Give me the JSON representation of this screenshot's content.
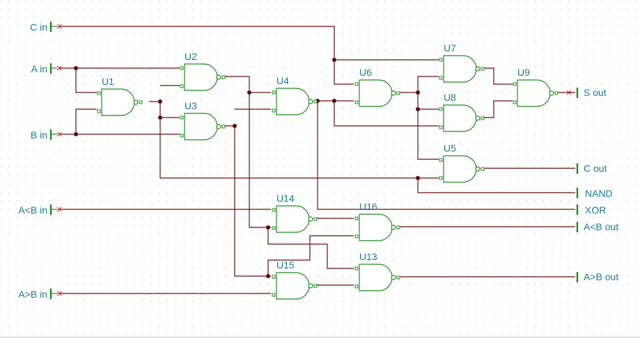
{
  "colors": {
    "label": "#1a7a90",
    "gate": "#1e8a1e",
    "wire": "#6b0e0e",
    "grid": "#c8c8c8",
    "marker": "#d01818"
  },
  "inputs": [
    {
      "id": "c_in",
      "label": "C in"
    },
    {
      "id": "a_in",
      "label": "A in"
    },
    {
      "id": "b_in",
      "label": "B in"
    },
    {
      "id": "altb_in",
      "label": "A<B in"
    },
    {
      "id": "agtb_in",
      "label": "A>B in"
    }
  ],
  "outputs": [
    {
      "id": "s_out",
      "label": "S out"
    },
    {
      "id": "c_out",
      "label": "C out"
    },
    {
      "id": "nand_out",
      "label": "NAND"
    },
    {
      "id": "xor_out",
      "label": "XOR"
    },
    {
      "id": "altb_out",
      "label": "A<B out"
    },
    {
      "id": "agtb_out",
      "label": "A>B out"
    }
  ],
  "gates": [
    {
      "id": "U1",
      "type": "NAND"
    },
    {
      "id": "U2",
      "type": "NAND"
    },
    {
      "id": "U3",
      "type": "NAND"
    },
    {
      "id": "U4",
      "type": "NAND"
    },
    {
      "id": "U5",
      "type": "NAND"
    },
    {
      "id": "U6",
      "type": "NAND"
    },
    {
      "id": "U7",
      "type": "NAND"
    },
    {
      "id": "U8",
      "type": "NAND"
    },
    {
      "id": "U9",
      "type": "NAND"
    },
    {
      "id": "U13",
      "type": "NAND"
    },
    {
      "id": "U14",
      "type": "NAND"
    },
    {
      "id": "U15",
      "type": "NAND"
    },
    {
      "id": "U16",
      "type": "NAND"
    }
  ]
}
